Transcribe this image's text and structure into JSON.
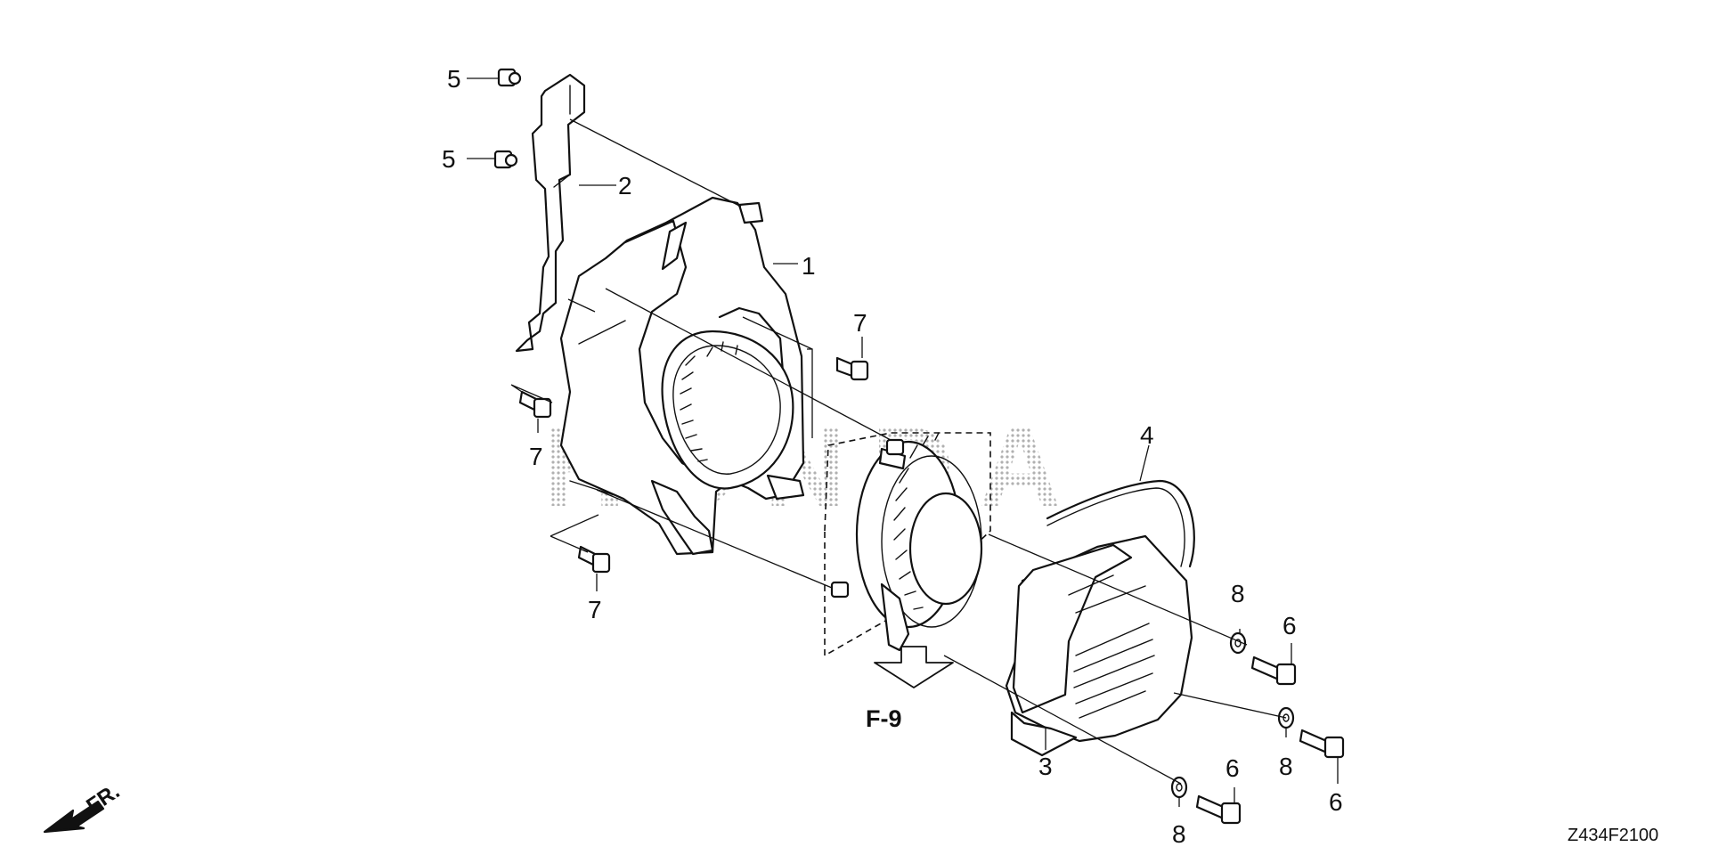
{
  "diagram_code": "Z434F2100",
  "reference": {
    "code": "F-9"
  },
  "front_indicator": "FR.",
  "watermark": "HONDA",
  "callouts": {
    "fan_cover": "1",
    "baffle_plate": "2",
    "recoil_cover": "3",
    "seal_tube": "4",
    "flange_bolt_5_top": "5",
    "flange_bolt_5_mid": "5",
    "bolt_6_upper": "6",
    "bolt_6_right": "6",
    "bolt_6_lower": "6",
    "bolt_7_upper": "7",
    "bolt_7_left": "7",
    "bolt_7_lower": "7",
    "washer_8_upper": "8",
    "washer_8_right": "8",
    "washer_8_lower": "8"
  }
}
